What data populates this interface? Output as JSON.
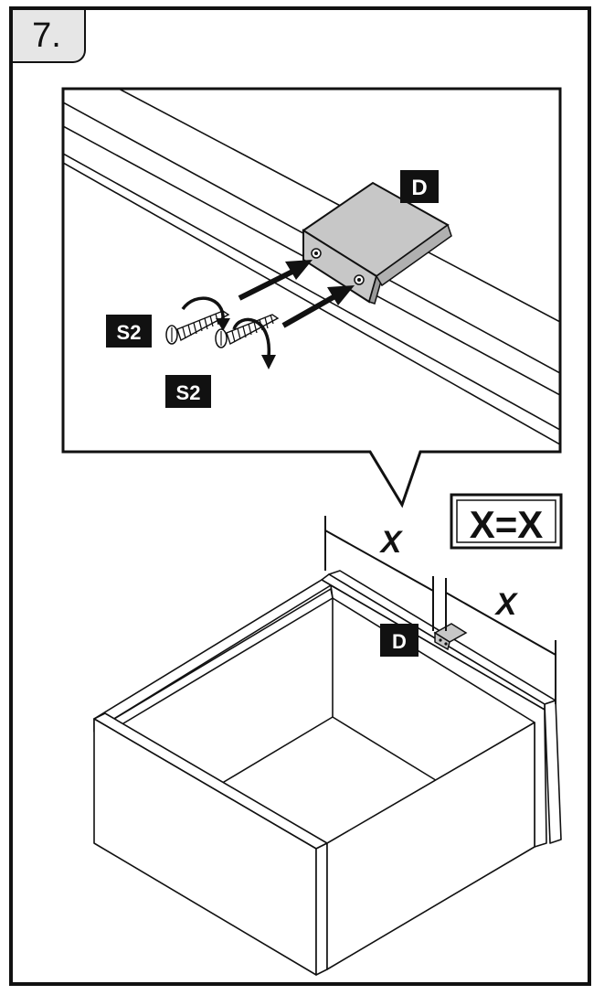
{
  "step": {
    "number": "7."
  },
  "labels": {
    "part_d": "D",
    "part_d_small": "D",
    "screw_1": "S2",
    "screw_2": "S2",
    "equation": "X=X",
    "dim_left": "X",
    "dim_right": "X"
  },
  "colors": {
    "line": "#111111",
    "bracket_fill": "#c7c7c7",
    "label_bg": "#111111",
    "label_text": "#ffffff",
    "tab_bg": "#e6e6e6"
  }
}
